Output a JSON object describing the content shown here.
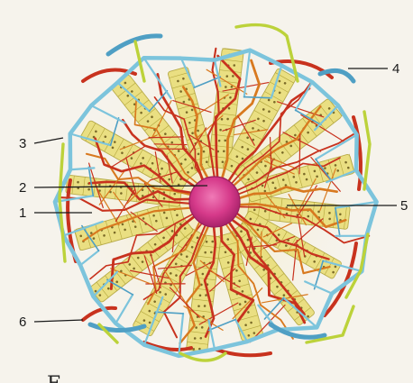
{
  "labels": {
    "l1": "1",
    "l2": "2",
    "l3": "3",
    "l4": "4",
    "l5": "5",
    "l6": "6"
  },
  "corner_mark": "Е",
  "colors": {
    "background": "#f6f3ec",
    "cord_fill": "#e9de7a",
    "cord_stroke": "#b3a63c",
    "hepatocyte_dot": "#7a6a28",
    "sinusoid_red": "#c8321e",
    "sinusoid_orange": "#d8791f",
    "vein_blue": "#7cc4dc",
    "vein_blue_dark": "#4f9fc4",
    "duct_green": "#bcd23a",
    "central_vein": "#d63a8a",
    "leader_line": "#1a1a1a"
  }
}
